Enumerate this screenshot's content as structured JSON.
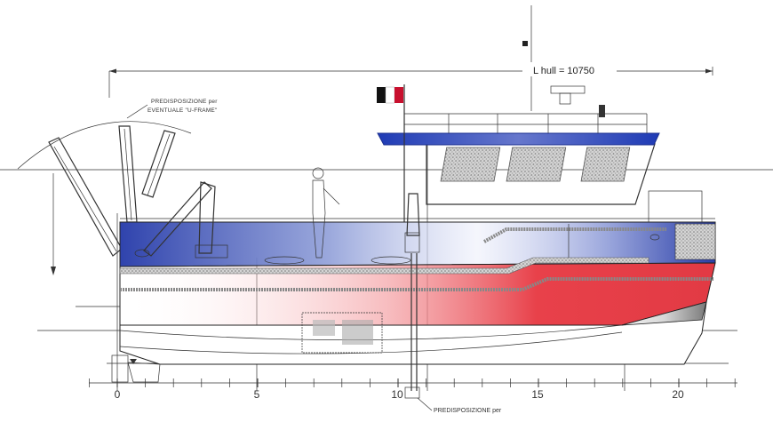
{
  "drawing": {
    "length_dimension_label": "L hull = 10750",
    "notes": [
      {
        "line1": "PREDISPOSIZIONE  per",
        "line2": "EVENTUALE \"U-FRAME\""
      },
      {
        "line1": "PREDISPOSIZIONE  per",
        "line2": ""
      }
    ],
    "scale_labels": [
      "0",
      "5",
      "10",
      "15",
      "20"
    ],
    "flag_colors": [
      "#111111",
      "#ffffff",
      "#c8102e"
    ],
    "colors": {
      "hull_blue": "#2b3fa8",
      "hull_red": "#e8414a",
      "roof_blue": "#1f3bb5",
      "grating": "#8a8a8a"
    }
  }
}
